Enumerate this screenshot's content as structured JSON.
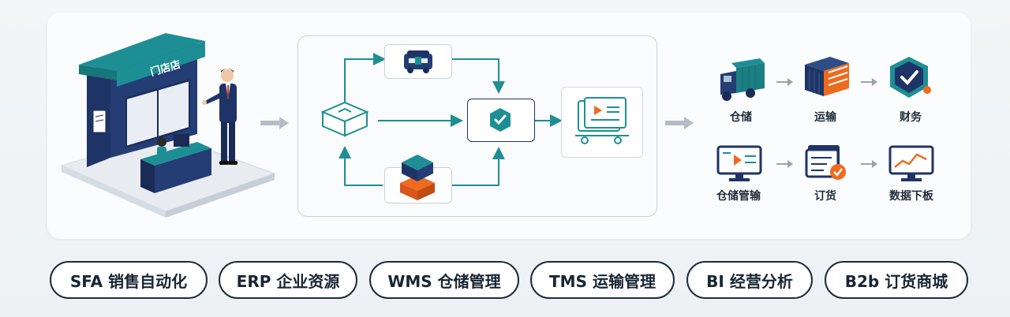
{
  "store": {
    "sign": "门店店"
  },
  "systems": [
    {
      "label": "仓储"
    },
    {
      "label": "运输"
    },
    {
      "label": "财务"
    },
    {
      "label": "仓储管输"
    },
    {
      "label": "订货"
    },
    {
      "label": "数据下板"
    }
  ],
  "modules": [
    "SFA 销售自动化",
    "ERP 企业资源",
    "WMS 仓储管理",
    "TMS 运输管理",
    "BI 经营分析",
    "B2b 订货商城"
  ],
  "colors": {
    "navy": "#1f3466",
    "teal": "#1d8f94",
    "orange": "#ef6a1f",
    "arrow": "#b4bcc6"
  }
}
